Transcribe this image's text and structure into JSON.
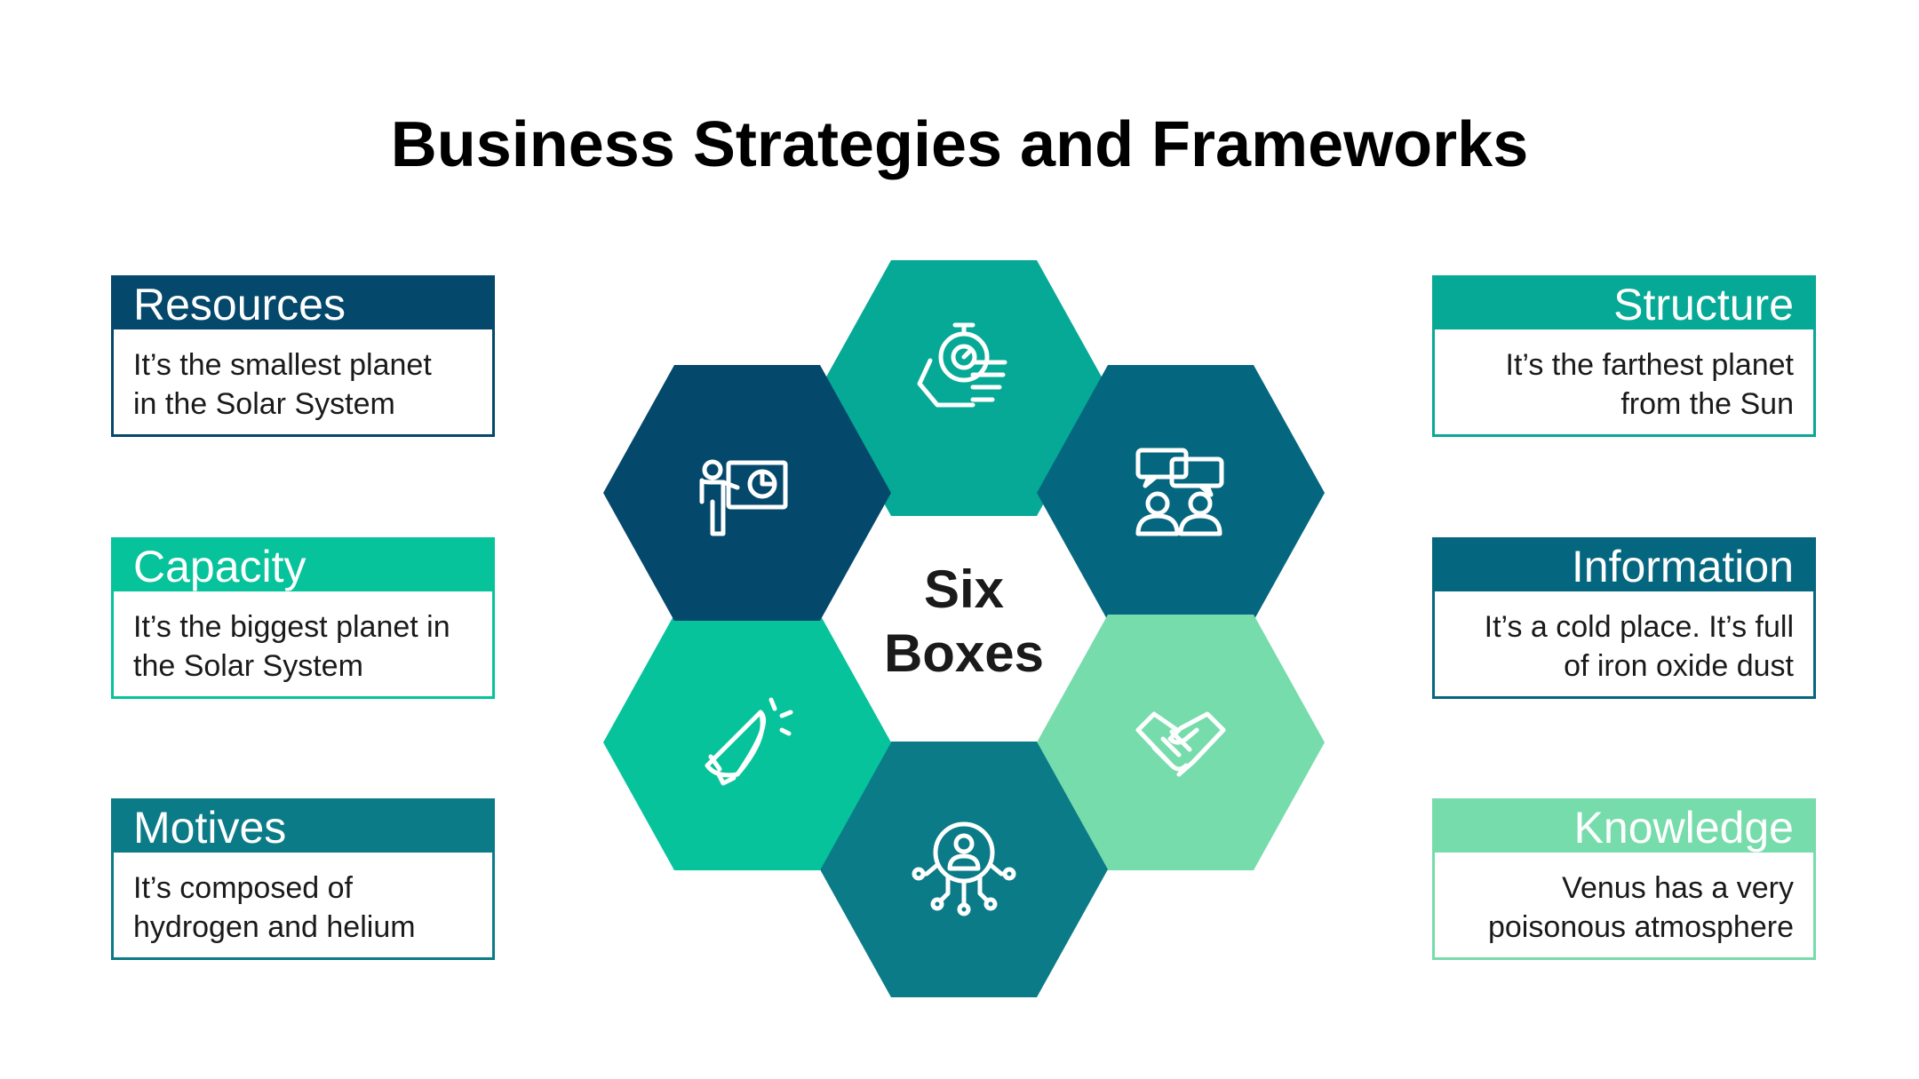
{
  "title": "Business Strategies and Frameworks",
  "center": {
    "line1": "Six",
    "line2": "Boxes"
  },
  "cards": {
    "resources": {
      "title": "Resources",
      "line1": "It’s the smallest planet",
      "line2": "in the Solar System",
      "color": "#04486B"
    },
    "capacity": {
      "title": "Capacity",
      "line1": "It’s the biggest planet in",
      "line2": "the Solar System",
      "color": "#06C39B"
    },
    "motives": {
      "title": "Motives",
      "line1": "It’s composed of",
      "line2": "hydrogen and helium",
      "color": "#0A7B87"
    },
    "structure": {
      "title": "Structure",
      "line1": "It’s the farthest planet",
      "line2": "from the Sun",
      "color": "#06A996"
    },
    "information": {
      "title": "Information",
      "line1": "It’s a cold place. It’s full",
      "line2": "of iron oxide dust",
      "color": "#05677F"
    },
    "knowledge": {
      "title": "Knowledge",
      "line1": "Venus has a very",
      "line2": "poisonous atmosphere",
      "color": "#77DCAC"
    }
  },
  "hexagons": [
    {
      "id": "top",
      "color": "#06A996",
      "icon": "stopwatch-hand-icon"
    },
    {
      "id": "upper-right",
      "color": "#05677F",
      "icon": "discussion-people-icon"
    },
    {
      "id": "lower-right",
      "color": "#77DCAC",
      "icon": "handshake-icon"
    },
    {
      "id": "bottom",
      "color": "#0A7B87",
      "icon": "user-network-icon"
    },
    {
      "id": "lower-left",
      "color": "#06C39B",
      "icon": "megaphone-icon"
    },
    {
      "id": "upper-left",
      "color": "#04486B",
      "icon": "presenter-chart-icon"
    }
  ]
}
